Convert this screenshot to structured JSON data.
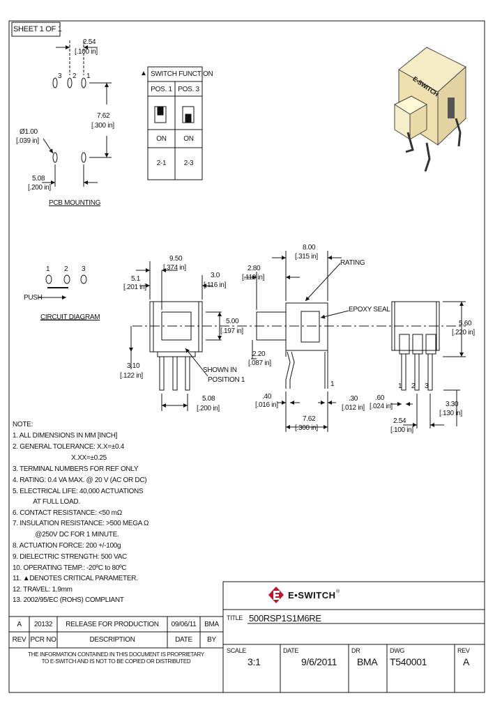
{
  "sheet": "SHEET 1 OF 1",
  "pcb": {
    "dim_pitch": "2.54",
    "dim_pitch_in": "[.100 in]",
    "dim_row": "7.62",
    "dim_row_in": "[.300 in]",
    "dim_hole": "Ø1.00",
    "dim_hole_in": "[.039 in]",
    "dim_offset": "5.08",
    "dim_offset_in": "[.200 in]",
    "pin3": "3",
    "pin2": "2",
    "pin1": "1",
    "caption": "PCB MOUNTING"
  },
  "switch_function": {
    "title": "SWITCH FUNCTION",
    "critical_mark": "▲",
    "headers": [
      "POS. 1",
      "POS. 3"
    ],
    "state": [
      "ON",
      "ON"
    ],
    "connection": [
      "2-1",
      "2-3"
    ]
  },
  "circuit": {
    "pins": [
      "1",
      "2",
      "3"
    ],
    "push": "PUSH",
    "caption": "CIRCUIT DIAGRAM"
  },
  "front_view": {
    "dim_a": "9.50",
    "dim_a_in": "[.374 in]",
    "dim_b": "5.1",
    "dim_b_in": "[.201 in]",
    "dim_c": "3.0",
    "dim_c_in": "[.116 in]",
    "dim_d": "5.00",
    "dim_d_in": "[.197 in]",
    "dim_e": "3.10",
    "dim_e_in": "[.122 in]",
    "dim_f": "5.08",
    "dim_f_in": "[.200 in]",
    "shown": "SHOWN IN",
    "shown2": "POSITION 1"
  },
  "side_view": {
    "dim_a": "8.00",
    "dim_a_in": "[.315 in]",
    "dim_b": "2.80",
    "dim_b_in": "[.110 in]",
    "dim_c": "2.20",
    "dim_c_in": "[.087 in]",
    "dim_d": ".40",
    "dim_d_in": "[.016 in]",
    "dim_e": ".30",
    "dim_e_in": "[.012 in]",
    "dim_f": "7.62",
    "dim_f_in": "[.300 in]",
    "rating": "RATING",
    "epoxy": "EPOXY SEAL",
    "pin": "1"
  },
  "end_view": {
    "dim_a": "5.60",
    "dim_a_in": "[.220 in]",
    "dim_b": ".60",
    "dim_b_in": "[.024 in]",
    "dim_c": "2.54",
    "dim_c_in": "[.100 in]",
    "dim_d": "3.30",
    "dim_d_in": "[.130 in]",
    "pins": [
      "1",
      "2",
      "3"
    ]
  },
  "notes": [
    "NOTE:",
    " 1. ALL DIMENSIONS IN MM [INCH]",
    " 2. GENERAL TOLERANCE: X.X=±0.4",
    "                                  X.XX=±0.25",
    " 3. TERMINAL NUMBERS FOR REF ONLY",
    " 4. RATING: 0.4 VA MAX. @ 20 V (AC OR DC)",
    " 5. ELECTRICAL LIFE: 40,000 ACTUATIONS",
    "            AT FULL LOAD.",
    " 6. CONTACT RESISTANCE: <50 mΩ",
    " 7. INSULATION RESISTANCE: >500 MEGA Ω",
    "             @250V DC FOR 1 MINUTE.",
    " 8. ACTUATION FORCE: 200 +/-100g",
    " 9. DIELECTRIC STRENGTH: 500 VAC",
    "10. OPERATING TEMP.: -20ºC to 80ºC",
    "11. ▲DENOTES CRITICAL PARAMETER.",
    "12. TRAVEL: 1.9mm",
    "13. 2002/95/EC (ROHS) COMPLIANT"
  ],
  "revisions": {
    "row": [
      "A",
      "20132",
      "RELEASE FOR PRODUCTION",
      "09/06/11",
      "BMA"
    ],
    "header": [
      "REV",
      "PCR NO",
      "DESCRIPTION",
      "DATE",
      "BY"
    ],
    "disclaimer1": "THE INFORMATION CONTAINED IN THIS DOCUMENT IS PROPRIETARY",
    "disclaimer2": "TO E-SWITCH AND IS NOT TO BE COPIED OR DISTRIBUTED"
  },
  "title_block": {
    "brand": "E•SWITCH",
    "brand_mark": "®",
    "title_label": "TITLE",
    "title": "500RSP1S1M6RE",
    "scale_label": "SCALE",
    "scale": "3:1",
    "date_label": "DATE",
    "date": "9/6/2011",
    "dr_label": "DR",
    "dr": "BMA",
    "dwg_label": "DWG",
    "dwg": "T540001",
    "rev_label": "REV",
    "rev": "A"
  },
  "photo_text": "E-SWITCH",
  "colors": {
    "brand_red": "#c8102e",
    "body_tan": "#f3e8bf",
    "line": "#111111"
  }
}
